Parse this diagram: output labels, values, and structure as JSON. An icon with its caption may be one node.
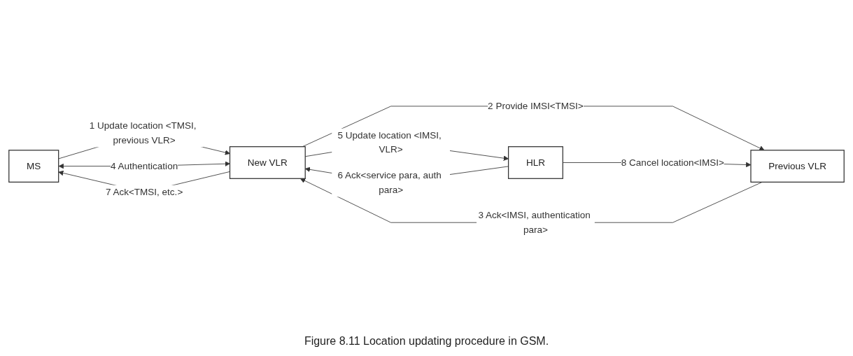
{
  "diagram": {
    "caption": "Figure 8.11 Location updating procedure in GSM.",
    "nodes": [
      {
        "text": [
          "MS"
        ]
      },
      {
        "text": [
          "New VLR"
        ]
      },
      {
        "text": [
          "HLR"
        ]
      },
      {
        "text": [
          "Previous VLR"
        ]
      }
    ],
    "edges": [
      {
        "from": 0,
        "to": 1,
        "arrow": "to",
        "label": "1 Update location <TMSI, previous VLR>"
      },
      {
        "from": 1,
        "to": 3,
        "arrow": "to",
        "label": "2 Provide IMSI<TMSI>"
      },
      {
        "from": 3,
        "to": 1,
        "arrow": "to",
        "label": "3 Ack<IMSI, authentication para>"
      },
      {
        "from": 0,
        "to": 1,
        "arrow": "both",
        "label": "4 Authentication"
      },
      {
        "from": 1,
        "to": 2,
        "arrow": "to",
        "label": "5 Update location <IMSI, VLR>"
      },
      {
        "from": 2,
        "to": 1,
        "arrow": "to",
        "label": "6 Ack<service para, auth para>"
      },
      {
        "from": 1,
        "to": 0,
        "arrow": "to",
        "label": "7 Ack<TMSI, etc.>"
      },
      {
        "from": 2,
        "to": 3,
        "arrow": "to",
        "label": "8 Cancel location<IMSI>"
      }
    ]
  }
}
